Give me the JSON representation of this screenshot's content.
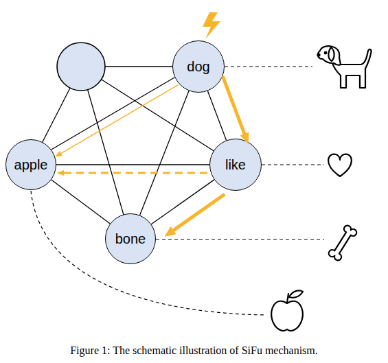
{
  "diagram": {
    "caption": "Figure 1: The schematic illustration of SiFu mechanism.",
    "nodes": [
      {
        "text": [
          "dog"
        ]
      },
      {
        "text": [
          "apple"
        ]
      },
      {
        "text": [
          "like"
        ]
      },
      {
        "text": [
          "bone"
        ]
      }
    ],
    "edges": [
      {
        "from": 0,
        "to": 1,
        "arrow": "none"
      },
      {
        "from": 0,
        "to": 2,
        "arrow": "none"
      },
      {
        "from": 0,
        "to": 3,
        "arrow": "none"
      },
      {
        "from": 1,
        "to": 2,
        "arrow": "none"
      },
      {
        "from": 1,
        "to": 3,
        "arrow": "none"
      },
      {
        "from": 2,
        "to": 3,
        "arrow": "none"
      },
      {
        "from": 0,
        "to": 2,
        "arrow": "to"
      },
      {
        "from": 2,
        "to": 3,
        "arrow": "to"
      },
      {
        "from": 0,
        "to": 1,
        "arrow": "to"
      },
      {
        "from": 2,
        "to": 1,
        "arrow": "to"
      }
    ]
  }
}
